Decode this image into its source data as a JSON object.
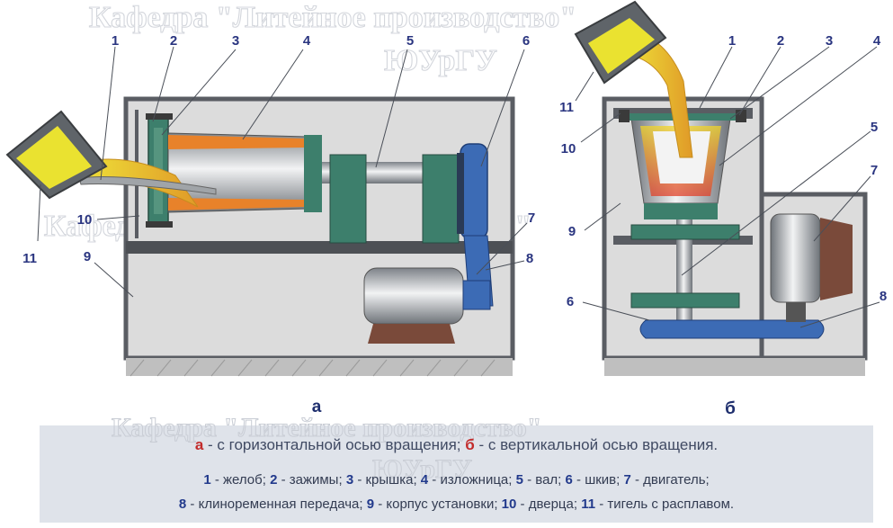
{
  "watermark": {
    "line1": "Кафедра \"Литейное производство\"",
    "line2": "ЮУрГУ"
  },
  "callouts_a": [
    "1",
    "2",
    "3",
    "4",
    "5",
    "6",
    "7",
    "8",
    "9",
    "10",
    "11"
  ],
  "callouts_b": [
    "1",
    "2",
    "3",
    "4",
    "5",
    "6",
    "7",
    "8",
    "9",
    "10",
    "11"
  ],
  "sublabels": {
    "a": "а",
    "b": "б"
  },
  "legend": {
    "caption": [
      {
        "key": "а",
        "text": " - с горизонтальной осью вращения;  "
      },
      {
        "key": "б",
        "text": " - с вертикальной осью вращения."
      }
    ],
    "row2": [
      {
        "key": "1",
        "text": " - желоб;  "
      },
      {
        "key": "2",
        "text": " - зажимы;  "
      },
      {
        "key": "3",
        "text": " - крышка;  "
      },
      {
        "key": "4",
        "text": " - изложница;  "
      },
      {
        "key": "5",
        "text": " - вал;  "
      },
      {
        "key": "6",
        "text": " - шкив;  "
      },
      {
        "key": "7",
        "text": " - двигатель;"
      }
    ],
    "row3": [
      {
        "key": "8",
        "text": " - клиноременная передача;  "
      },
      {
        "key": "9",
        "text": " - корпус установки;  "
      },
      {
        "key": "10",
        "text": " - дверца;  "
      },
      {
        "key": "11",
        "text": " - тигель с расплавом."
      }
    ]
  },
  "colors": {
    "frame": "#5a5d63",
    "housing": "#dcdcdc",
    "mould": "#3d7f6c",
    "belt": "#3c6bb5",
    "melt": "#e6dc2a",
    "hot": "#e0542a",
    "label": "#2a3580"
  }
}
